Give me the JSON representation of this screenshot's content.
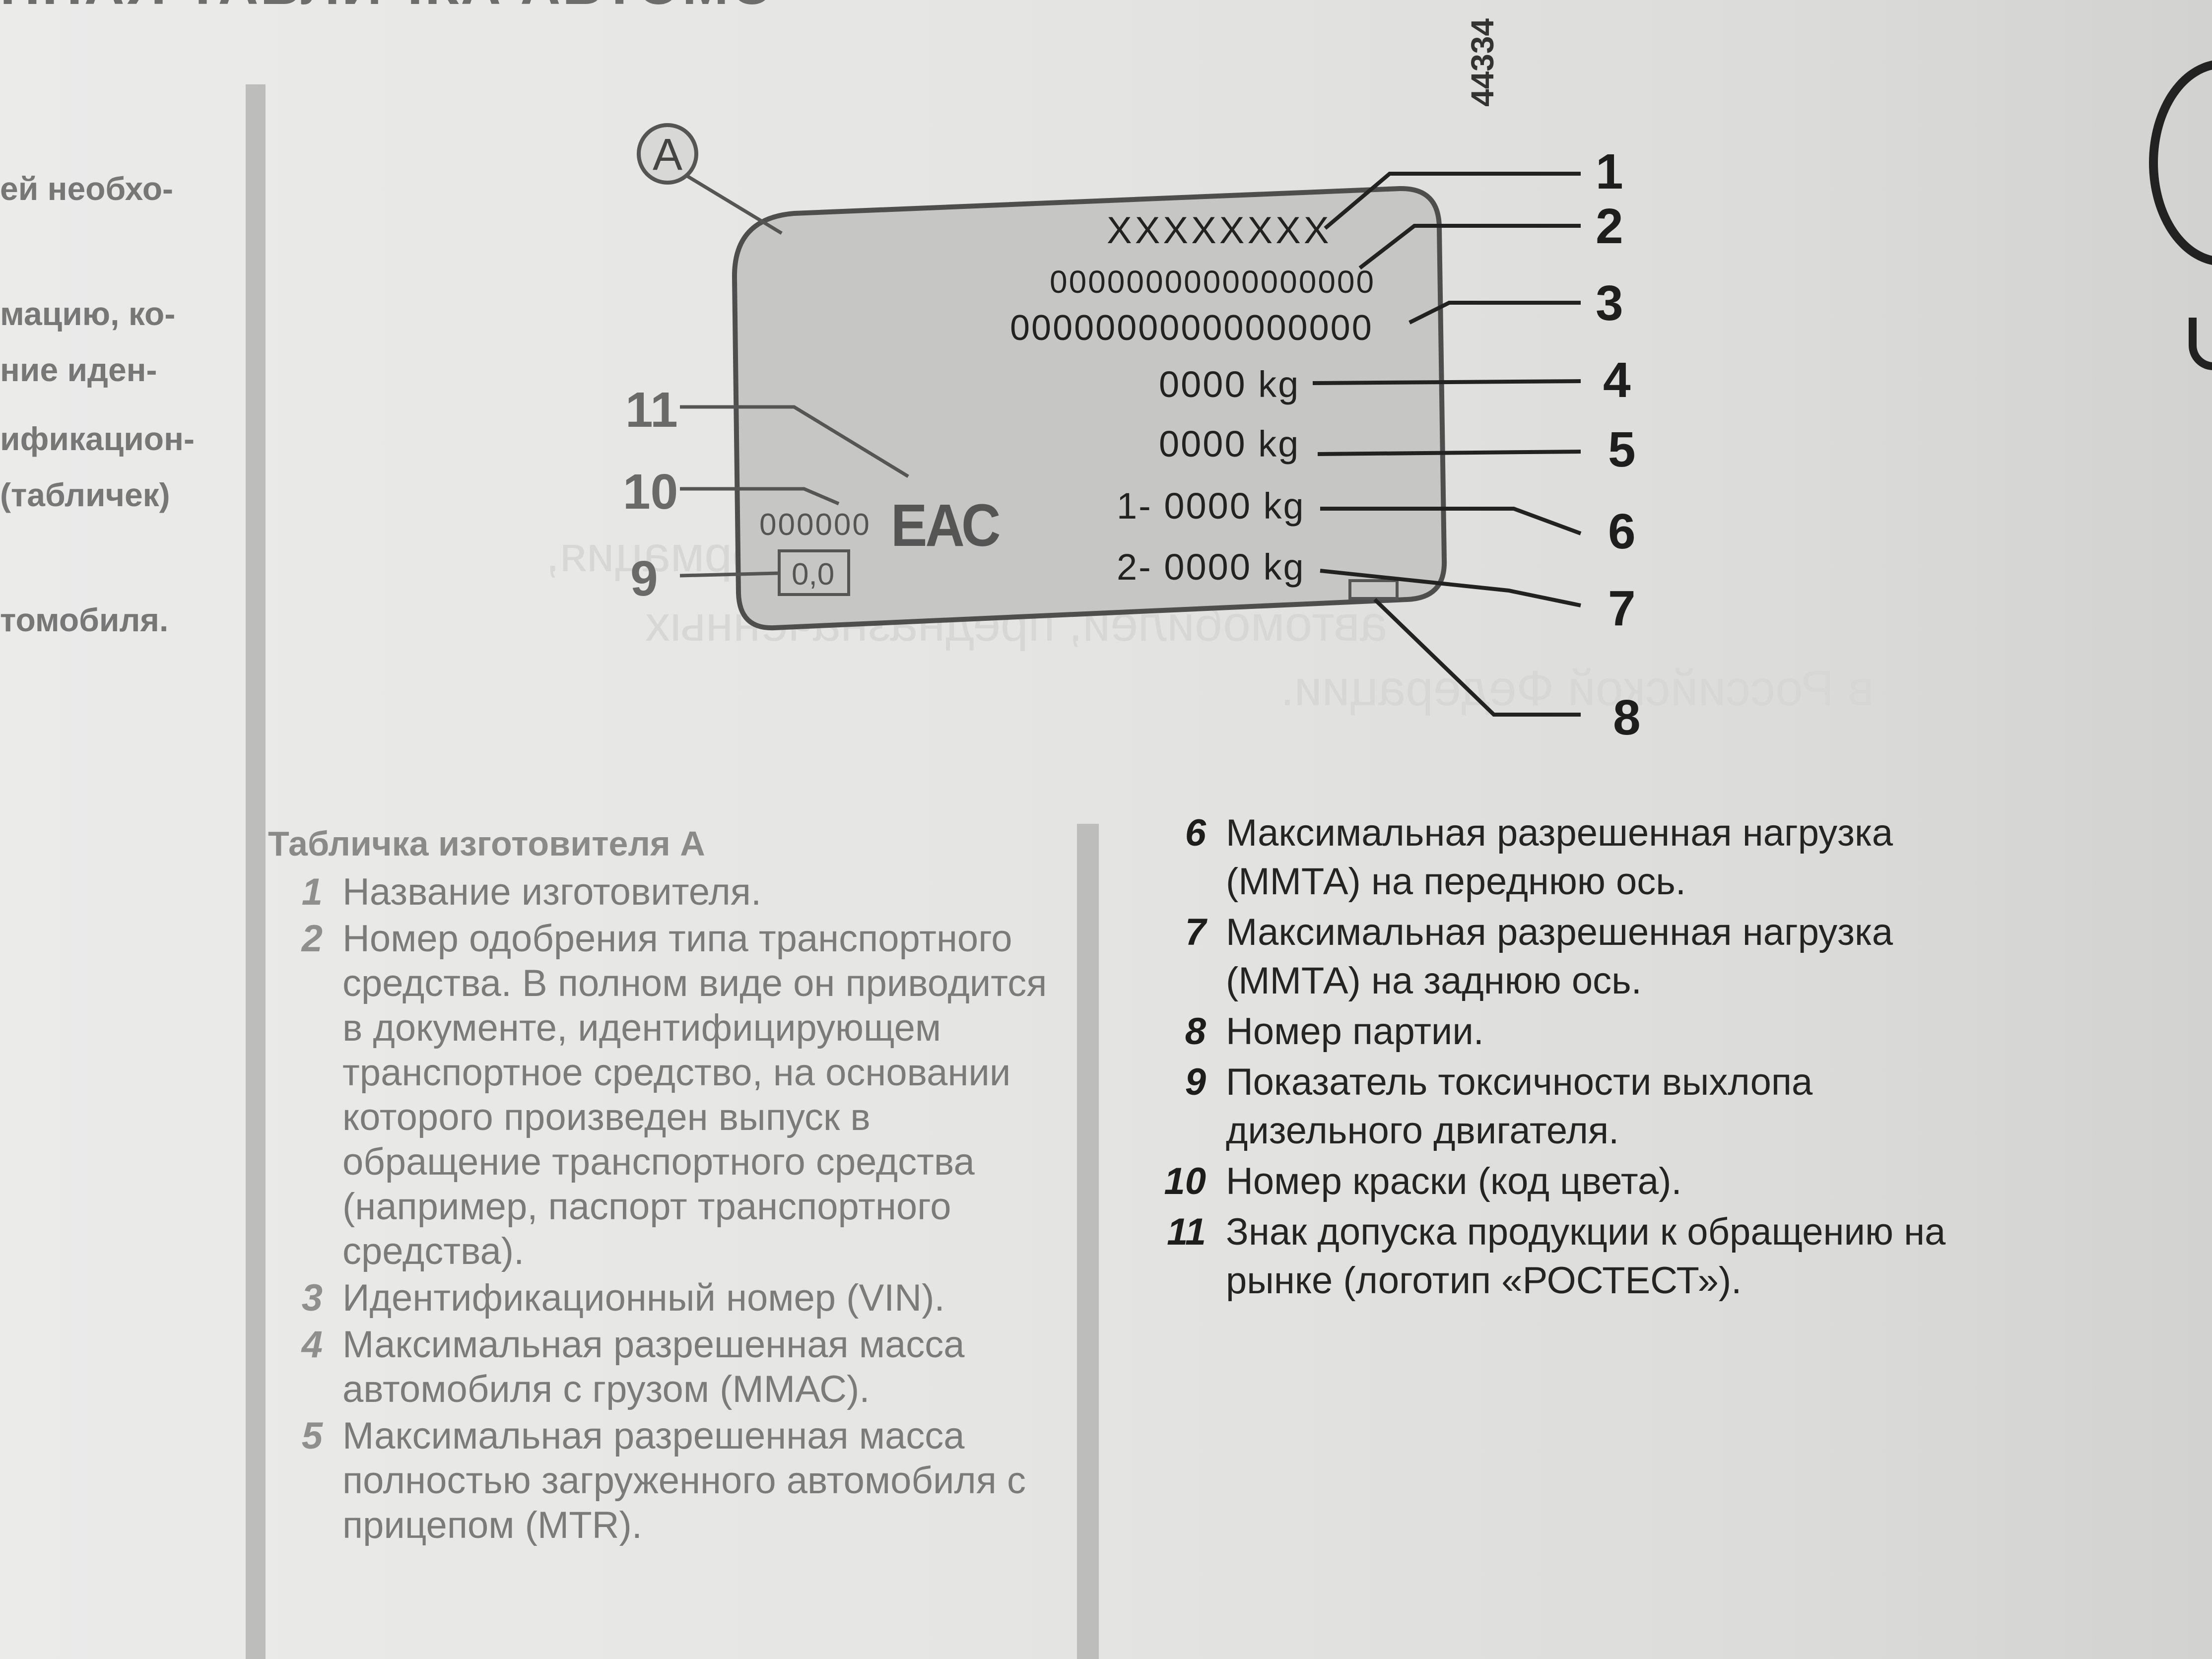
{
  "header": {
    "title_fragment": "ННАЯ ТАБЛИЧКА АВТОМО"
  },
  "side_note": {
    "lines": [
      "ей необхо-",
      "мацию, ко-",
      "ификацион-"
    ],
    "lines2": [
      "ние иден-",
      "(табличек)",
      "томобиля."
    ]
  },
  "figure": {
    "code": "44334",
    "label_a": "A",
    "plate": {
      "manufacturer": "XXXXXXXX",
      "approval_number": "00000000000000000",
      "vin": "00000000000000000",
      "mmac": "0000 kg",
      "mtr": "0000 kg",
      "front_axle": "1- 0000 kg",
      "rear_axle": "2- 0000 kg",
      "paint_code": "000000",
      "eac_mark": "ЕАС",
      "toxicity": "0,0"
    },
    "callouts": [
      "1",
      "2",
      "3",
      "4",
      "5",
      "6",
      "7",
      "8",
      "9",
      "10",
      "11"
    ]
  },
  "legend_left": {
    "title": "Табличка изготовителя A",
    "items": [
      {
        "num": "1",
        "text": "Название изготовителя."
      },
      {
        "num": "2",
        "text": "Номер одобрения типа транспортного средства. В полном виде он приводится в документе, идентифицирующем транспортное средство, на основании которого произведен выпуск в обращение транспортного средства (например, паспорт транспортного средства)."
      },
      {
        "num": "3",
        "text": "Идентификационный номер (VIN)."
      },
      {
        "num": "4",
        "text": "Максимальная разрешенная масса автомобиля с грузом (ММАС)."
      },
      {
        "num": "5",
        "text": "Максимальная разрешенная масса полностью загруженного автомобиля с прицепом (MTR)."
      }
    ]
  },
  "legend_right": {
    "items": [
      {
        "num": "6",
        "text": "Максимальная разрешенная нагрузка (ММТА) на переднюю ось."
      },
      {
        "num": "7",
        "text": "Максимальная разрешенная нагрузка (ММТА) на заднюю ось."
      },
      {
        "num": "8",
        "text": "Номер партии."
      },
      {
        "num": "9",
        "text": "Показатель токсичности выхлопа дизельного двигателя."
      },
      {
        "num": "10",
        "text": "Номер краски (код цвета)."
      },
      {
        "num": "11",
        "text": "Знак допуска продукции к обращению на рынке (логотип «РОСТЕСТ»)."
      }
    ]
  },
  "colors": {
    "plate_fill": "#c4c4c2",
    "plate_stroke": "#555555",
    "text_dark": "#222222",
    "text_gray": "#7b7b79"
  }
}
